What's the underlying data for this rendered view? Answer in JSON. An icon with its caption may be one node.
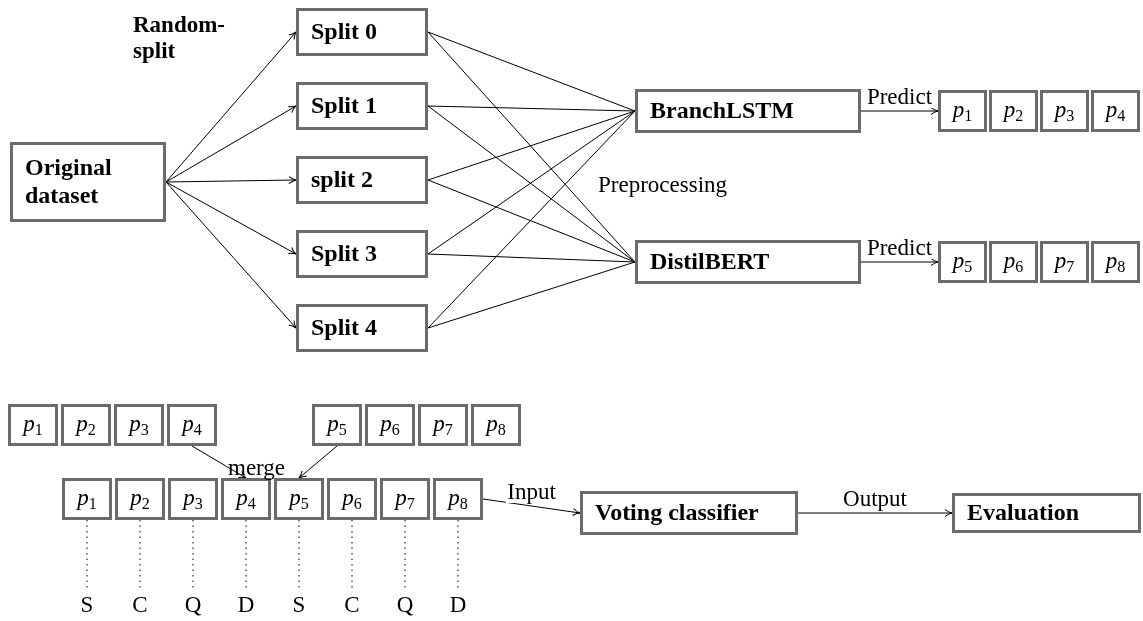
{
  "diagram": {
    "nodes": [
      {
        "text": [
          "Original dataset"
        ]
      },
      {
        "text": [
          "Split 0"
        ]
      },
      {
        "text": [
          "Split 1"
        ]
      },
      {
        "text": [
          "split 2"
        ]
      },
      {
        "text": [
          "Split 3"
        ]
      },
      {
        "text": [
          "Split 4"
        ]
      },
      {
        "text": [
          "BranchLSTM"
        ]
      },
      {
        "text": [
          "DistilBERT"
        ]
      },
      {
        "text": [
          "*p*$_{1}$"
        ]
      },
      {
        "text": [
          "*p*$_{2}$"
        ]
      },
      {
        "text": [
          "*p*$_{3}$"
        ]
      },
      {
        "text": [
          "*p*$_{4}$"
        ]
      },
      {
        "text": [
          "*p*$_{5}$"
        ]
      },
      {
        "text": [
          "*p*$_{6}$"
        ]
      },
      {
        "text": [
          "*p*$_{7}$"
        ]
      },
      {
        "text": [
          "*p*$_{8}$"
        ]
      },
      {
        "text": [
          "*p*$_{1}$"
        ]
      },
      {
        "text": [
          "*p*$_{2}$"
        ]
      },
      {
        "text": [
          "*p*$_{3}$"
        ]
      },
      {
        "text": [
          "*p*$_{4}$"
        ]
      },
      {
        "text": [
          "*p*$_{5}$"
        ]
      },
      {
        "text": [
          "*p*$_{6}$"
        ]
      },
      {
        "text": [
          "*p*$_{7}$"
        ]
      },
      {
        "text": [
          "*p*$_{8}$"
        ]
      },
      {
        "text": [
          "*p*$_{1}$"
        ]
      },
      {
        "text": [
          "*p*$_{2}$"
        ]
      },
      {
        "text": [
          "*p*$_{3}$"
        ]
      },
      {
        "text": [
          "*p*$_{4}$"
        ]
      },
      {
        "text": [
          "*p*$_{5}$"
        ]
      },
      {
        "text": [
          "*p*$_{6}$"
        ]
      },
      {
        "text": [
          "*p*$_{7}$"
        ]
      },
      {
        "text": [
          "*p*$_{8}$"
        ]
      },
      {
        "text": [
          "Voting classifier"
        ]
      },
      {
        "text": [
          "Evaluation"
        ]
      },
      {
        "text": [
          "S"
        ]
      },
      {
        "text": [
          "C"
        ]
      },
      {
        "text": [
          "Q"
        ]
      },
      {
        "text": [
          "D"
        ]
      },
      {
        "text": [
          "S"
        ]
      },
      {
        "text": [
          "C"
        ]
      },
      {
        "text": [
          "Q"
        ]
      },
      {
        "text": [
          "D"
        ]
      }
    ],
    "edges": [
      {
        "from": 0,
        "to": 1,
        "arrow": "to"
      },
      {
        "from": 0,
        "to": 2,
        "arrow": "to"
      },
      {
        "from": 0,
        "to": 3,
        "arrow": "to"
      },
      {
        "from": 0,
        "to": 4,
        "arrow": "to"
      },
      {
        "from": 0,
        "to": 5,
        "arrow": "to"
      },
      {
        "from": 1,
        "to": 6,
        "arrow": "none"
      },
      {
        "from": 1,
        "to": 7,
        "arrow": "none"
      },
      {
        "from": 2,
        "to": 6,
        "arrow": "none"
      },
      {
        "from": 2,
        "to": 7,
        "arrow": "none"
      },
      {
        "from": 3,
        "to": 6,
        "arrow": "none"
      },
      {
        "from": 3,
        "to": 7,
        "arrow": "none"
      },
      {
        "from": 4,
        "to": 6,
        "arrow": "none"
      },
      {
        "from": 4,
        "to": 7,
        "arrow": "none"
      },
      {
        "from": 5,
        "to": 6,
        "arrow": "none"
      },
      {
        "from": 5,
        "to": 7,
        "arrow": "none"
      },
      {
        "from": 6,
        "to": 8,
        "arrow": "to",
        "label": "Predict"
      },
      {
        "from": 7,
        "to": 12,
        "arrow": "to",
        "label": "Predict"
      },
      {
        "from": 19,
        "to": 27,
        "arrow": "to"
      },
      {
        "from": 20,
        "to": 28,
        "arrow": "to"
      },
      {
        "from": 31,
        "to": 32,
        "arrow": "to",
        "label": "Input"
      },
      {
        "from": 32,
        "to": 33,
        "arrow": "to",
        "label": "Output"
      },
      {
        "from": 24,
        "to": 34,
        "arrow": "none",
        "style": "dashed"
      },
      {
        "from": 25,
        "to": 35,
        "arrow": "none",
        "style": "dashed"
      },
      {
        "from": 26,
        "to": 36,
        "arrow": "none",
        "style": "dashed"
      },
      {
        "from": 27,
        "to": 37,
        "arrow": "none",
        "style": "dashed"
      },
      {
        "from": 28,
        "to": 38,
        "arrow": "none",
        "style": "dashed"
      },
      {
        "from": 29,
        "to": 39,
        "arrow": "none",
        "style": "dashed"
      },
      {
        "from": 30,
        "to": 40,
        "arrow": "none",
        "style": "dashed"
      },
      {
        "from": 31,
        "to": 41,
        "arrow": "none",
        "style": "dashed"
      }
    ],
    "labels": [
      "Random-split",
      "Preprocessing",
      "merge"
    ]
  }
}
